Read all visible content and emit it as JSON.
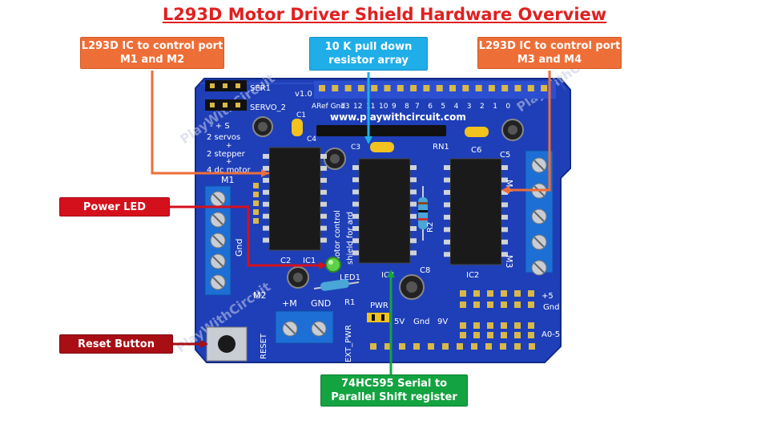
{
  "title": "L293D Motor Driver Shield Hardware Overview",
  "callouts": {
    "ic_m1_m2": "L293D IC to control port M1 and M2",
    "pulldown": "10 K pull down resistor array",
    "ic_m3_m4": "L293D IC to control port M3 and M4",
    "power_led": "Power LED",
    "reset_button": "Reset Button",
    "shift_register": "74HC595 Serial to Parallel Shift register"
  },
  "colors": {
    "orange": "#ee6e37",
    "sky": "#1faee8",
    "red": "#d4101c",
    "dark_red": "#a80e14",
    "green": "#14a341",
    "pcb": "#1e3fb8"
  },
  "board": {
    "website": "www.playwithcircuit.com",
    "watermark": "PlayWithCircuit",
    "servo1": "SER1",
    "servo2": "SERVO_2",
    "version": "v1.0",
    "aref_gnd": "ARef Gnd",
    "pin_row_top": [
      "13",
      "12",
      "11",
      "10",
      "9",
      "8",
      "7",
      "6",
      "5",
      "4",
      "3",
      "2",
      "1",
      "0"
    ],
    "legend_lines": [
      "-  +  S",
      "2  servos",
      "+",
      "2  stepper",
      "+",
      "4  dc  motor"
    ],
    "vert_text": [
      "motor control",
      "shield for ard"
    ],
    "labels": {
      "c1": "C1",
      "c2": "C2",
      "c3": "C3",
      "c4": "C4",
      "c5": "C5",
      "c6": "C6",
      "c8": "C8",
      "rn1": "RN1",
      "r1": "R1",
      "r2": "R2",
      "ic1": "IC1",
      "ic2": "IC2",
      "ic3": "IC3",
      "led1": "LED1",
      "m1": "M1",
      "m2": "M2",
      "m3": "M3",
      "m4": "M4",
      "gnd_left": "Gnd",
      "plus_m": "+M",
      "gnd_mid": "GND",
      "reset": "RESET",
      "ext_pwr": "EXT_PWR",
      "pwr": "PWR",
      "v5": "5V",
      "gnd_pwr": "Gnd",
      "v9": "9V",
      "plus5": "+5",
      "gnd_right": "Gnd",
      "a0_5": "A0-5"
    }
  }
}
